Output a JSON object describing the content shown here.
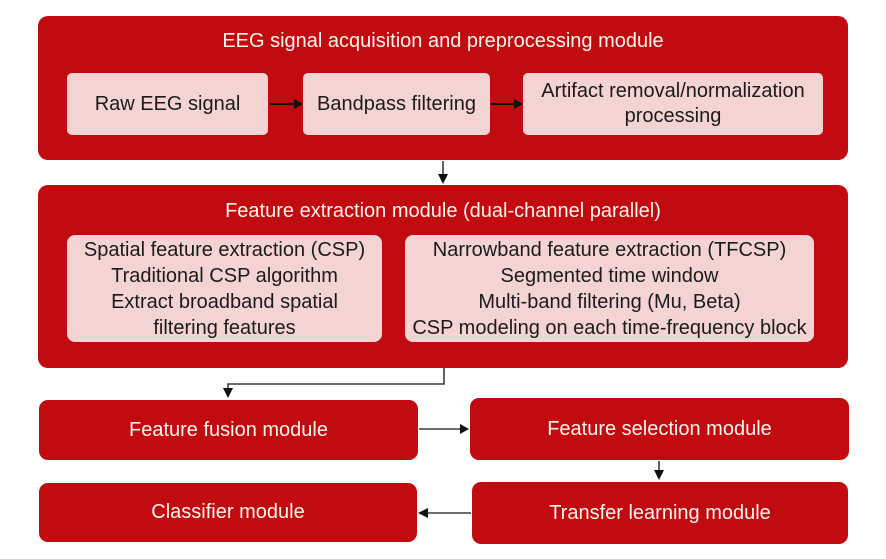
{
  "colors": {
    "module_red": "#c10b10",
    "submodule_pink": "#f4d3d3",
    "module_text": "#fcf5eb",
    "submodule_text": "#1b1b1b",
    "connector": "#3c3c3c"
  },
  "flowchart": {
    "acquisition_module": {
      "title": "EEG signal acquisition and preprocessing module",
      "steps": [
        {
          "label": "Raw EEG signal"
        },
        {
          "label": "Bandpass filtering"
        },
        {
          "label": "Artifact removal/normalization processing"
        }
      ]
    },
    "feature_extraction_module": {
      "title": "Feature extraction module (dual-channel parallel)",
      "spatial_channel": {
        "lines": [
          "Spatial feature extraction (CSP)",
          "Traditional CSP algorithm",
          "Extract broadband spatial",
          "filtering features"
        ]
      },
      "narrowband_channel": {
        "lines": [
          "Narrowband feature extraction (TFCSP)",
          "Segmented time window",
          "Multi-band filtering (Mu, Beta)",
          "CSP modeling on each time-frequency block"
        ]
      }
    },
    "feature_fusion_module": {
      "label": "Feature fusion module"
    },
    "feature_selection_module": {
      "label": "Feature selection module"
    },
    "classifier_module": {
      "label": "Classifier module"
    },
    "transfer_learning_module": {
      "label": "Transfer learning module"
    }
  }
}
